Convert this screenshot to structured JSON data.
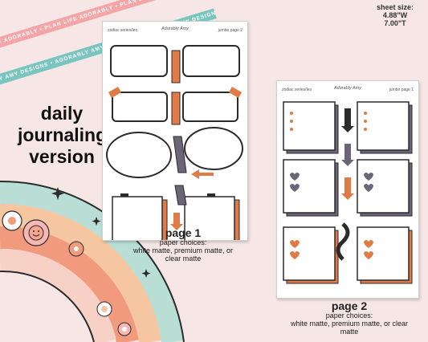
{
  "ribbons": {
    "top": "PLAN LIFE ADORABLY • PLAN LIFE ADORABLY • PLAN LIFE ADORABLY",
    "bottom": "ADORABLY AMY DESIGNS • ADORABLY AMY DESIGNS • ADORABLY AMY DESIGNS"
  },
  "sheet_size": {
    "line1": "sheet size:",
    "line2": "4.88\"W",
    "line3": "7.00\"T"
  },
  "tagline": {
    "line1": "daily",
    "line2": "journaling",
    "line3": "version"
  },
  "page1": {
    "series": "zodiac series/leo",
    "brand": "Adorably Amy",
    "kit": "jumbo page 2",
    "title": "page 1",
    "subtitle": "paper choices:",
    "choices": "white matte, premium matte, or clear matte"
  },
  "page2": {
    "series": "zodiac series/leo",
    "brand": "Adorably Amy",
    "kit": "jumbo page 1",
    "title": "page 2",
    "subtitle": "paper choices:",
    "choices": "white matte, premium matte, or clear matte"
  },
  "colors": {
    "background": "#f6e6e6",
    "orange": "#e07b45",
    "purple": "#6b6577",
    "dark": "#2b2b2b",
    "teal": "#79c6c0",
    "pink": "#f3a5a8",
    "peach": "#f5c9a5"
  },
  "icons": [
    "rainbow-icon",
    "flower-icon",
    "smiley-flower-icon",
    "sparkle-icon",
    "binder-clip-icon",
    "arrow-icon",
    "heart-icon",
    "spiral-notepad-icon"
  ]
}
